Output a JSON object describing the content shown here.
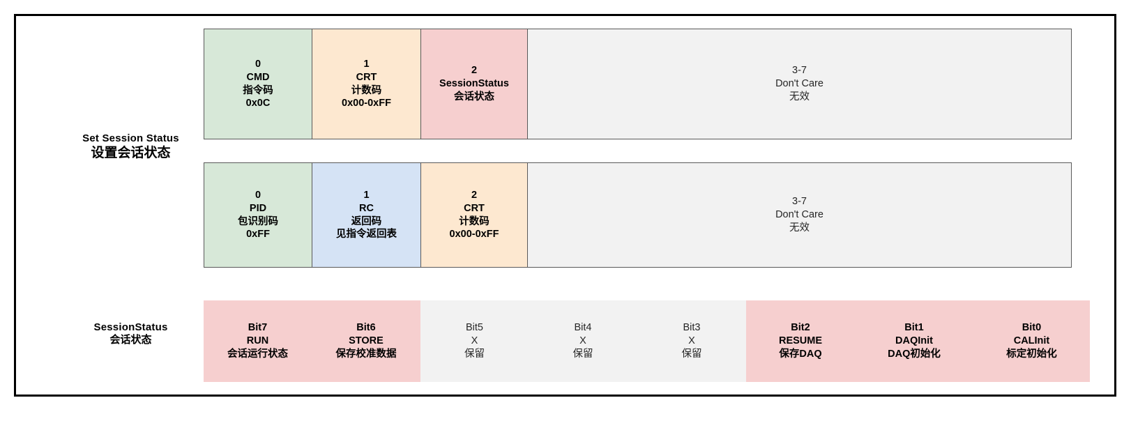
{
  "frame": {
    "border_color": "#000000",
    "background": "#ffffff"
  },
  "palette": {
    "green": "#d7e8d8",
    "orange": "#fde8d0",
    "pink": "#f6cfcf",
    "blue": "#d5e3f5",
    "gray": "#f2f2f2",
    "cell_border": "#595959",
    "text": "#000000"
  },
  "labels": {
    "request": {
      "en": "Set Session Status",
      "cn": "设置会话状态"
    },
    "status": {
      "en": "SessionStatus",
      "cn": "会话状态"
    }
  },
  "request_frame": {
    "cells": [
      {
        "index": "0",
        "name": "CMD",
        "cn": "指令码",
        "value": "0x0C",
        "color": "green"
      },
      {
        "index": "1",
        "name": "CRT",
        "cn": "计数码",
        "value": "0x00-0xFF",
        "color": "orange"
      },
      {
        "index": "2",
        "name": "SessionStatus",
        "cn": "会话状态",
        "value": "",
        "color": "pink"
      },
      {
        "index": "3-7",
        "name": "Don't Care",
        "cn": "无效",
        "value": "",
        "color": "gray"
      }
    ]
  },
  "response_frame": {
    "cells": [
      {
        "index": "0",
        "name": "PID",
        "cn": "包识别码",
        "value": "0xFF",
        "color": "green"
      },
      {
        "index": "1",
        "name": "RC",
        "cn": "返回码",
        "value": "见指令返回表",
        "color": "blue"
      },
      {
        "index": "2",
        "name": "CRT",
        "cn": "计数码",
        "value": "0x00-0xFF",
        "color": "orange"
      },
      {
        "index": "3-7",
        "name": "Don't Care",
        "cn": "无效",
        "value": "",
        "color": "gray"
      }
    ]
  },
  "session_status_bits": {
    "bits": [
      {
        "bit": "Bit7",
        "name": "RUN",
        "cn": "会话运行状态",
        "color": "pink",
        "emphasis": true
      },
      {
        "bit": "Bit6",
        "name": "STORE",
        "cn": "保存校准数据",
        "color": "pink",
        "emphasis": true
      },
      {
        "bit": "Bit5",
        "name": "X",
        "cn": "保留",
        "color": "gray",
        "emphasis": false
      },
      {
        "bit": "Bit4",
        "name": "X",
        "cn": "保留",
        "color": "gray",
        "emphasis": false
      },
      {
        "bit": "Bit3",
        "name": "X",
        "cn": "保留",
        "color": "gray",
        "emphasis": false
      },
      {
        "bit": "Bit2",
        "name": "RESUME",
        "cn": "保存DAQ",
        "color": "pink",
        "emphasis": true
      },
      {
        "bit": "Bit1",
        "name": "DAQInit",
        "cn": "DAQ初始化",
        "color": "pink",
        "emphasis": true
      },
      {
        "bit": "Bit0",
        "name": "CALInit",
        "cn": "标定初始化",
        "color": "pink",
        "emphasis": true
      }
    ]
  }
}
